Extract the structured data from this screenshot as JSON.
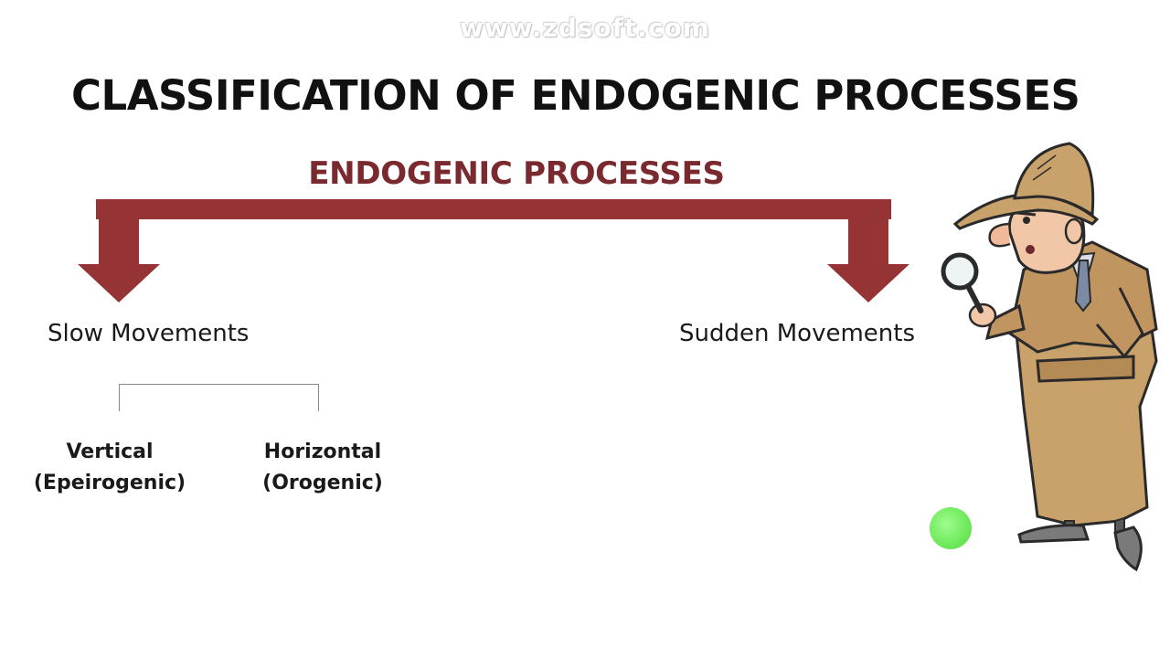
{
  "watermark": "www.zdsoft.com",
  "title": "CLASSIFICATION OF ENDOGENIC PROCESSES",
  "diagram": {
    "root": "ENDOGENIC PROCESSES",
    "left_branch": "Slow Movements",
    "right_branch": "Sudden Movements",
    "sub_left": {
      "line1": "Vertical",
      "line2": "(Epeirogenic)"
    },
    "sub_right": {
      "line1": "Horizontal",
      "line2": "(Orogenic)"
    }
  },
  "colors": {
    "arrow": "#953335",
    "root_text": "#7a2a2e",
    "pointer": "#6ee95a"
  },
  "illustration": "detective-with-magnifying-glass"
}
